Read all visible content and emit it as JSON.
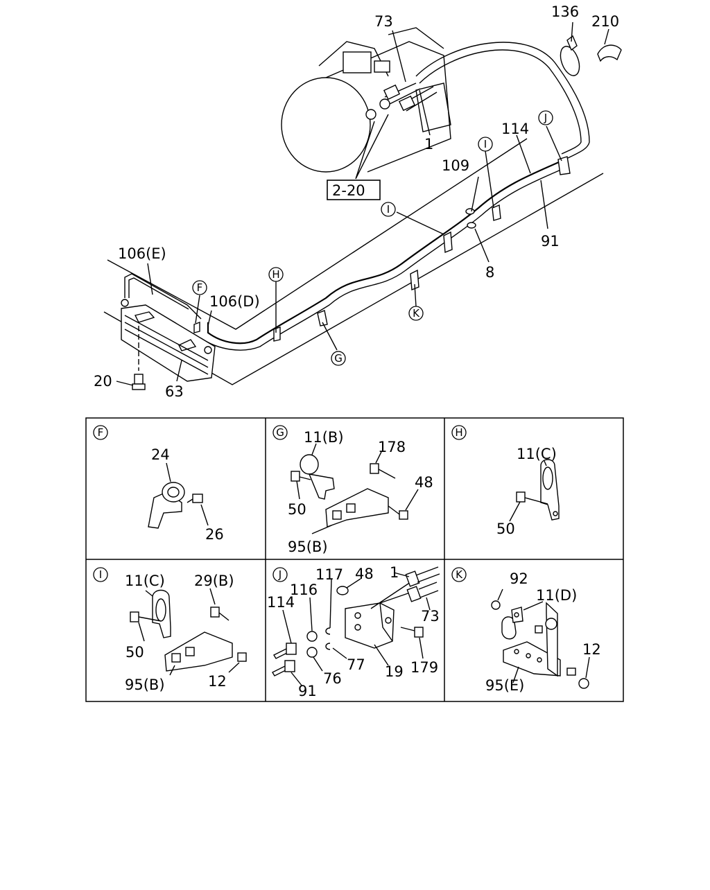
{
  "main_labels": {
    "p73": "73",
    "p136": "136",
    "p210": "210",
    "p1": "1",
    "ref_2_20": "2-20",
    "p114": "114",
    "p109": "109",
    "p91": "91",
    "p8": "8",
    "p106e": "106(E)",
    "p106d": "106(D)",
    "p20": "20",
    "p63": "63"
  },
  "callout_letters": {
    "F": "F",
    "G": "G",
    "H": "H",
    "I": "I",
    "J": "J",
    "K": "K"
  },
  "detail_panels": {
    "F": {
      "letter": "F",
      "labels": [
        "24",
        "26"
      ]
    },
    "G": {
      "letter": "G",
      "labels": [
        "11(B)",
        "178",
        "48",
        "50",
        "95(B)"
      ]
    },
    "H": {
      "letter": "H",
      "labels": [
        "11(C)",
        "50"
      ]
    },
    "I": {
      "letter": "I",
      "labels": [
        "11(C)",
        "29(B)",
        "50",
        "95(B)",
        "12"
      ]
    },
    "J": {
      "letter": "J",
      "labels": [
        "117",
        "48",
        "1",
        "116",
        "114",
        "73",
        "179",
        "77",
        "19",
        "76",
        "91"
      ]
    },
    "K": {
      "letter": "K",
      "labels": [
        "92",
        "11(D)",
        "12",
        "95(E)"
      ]
    }
  }
}
